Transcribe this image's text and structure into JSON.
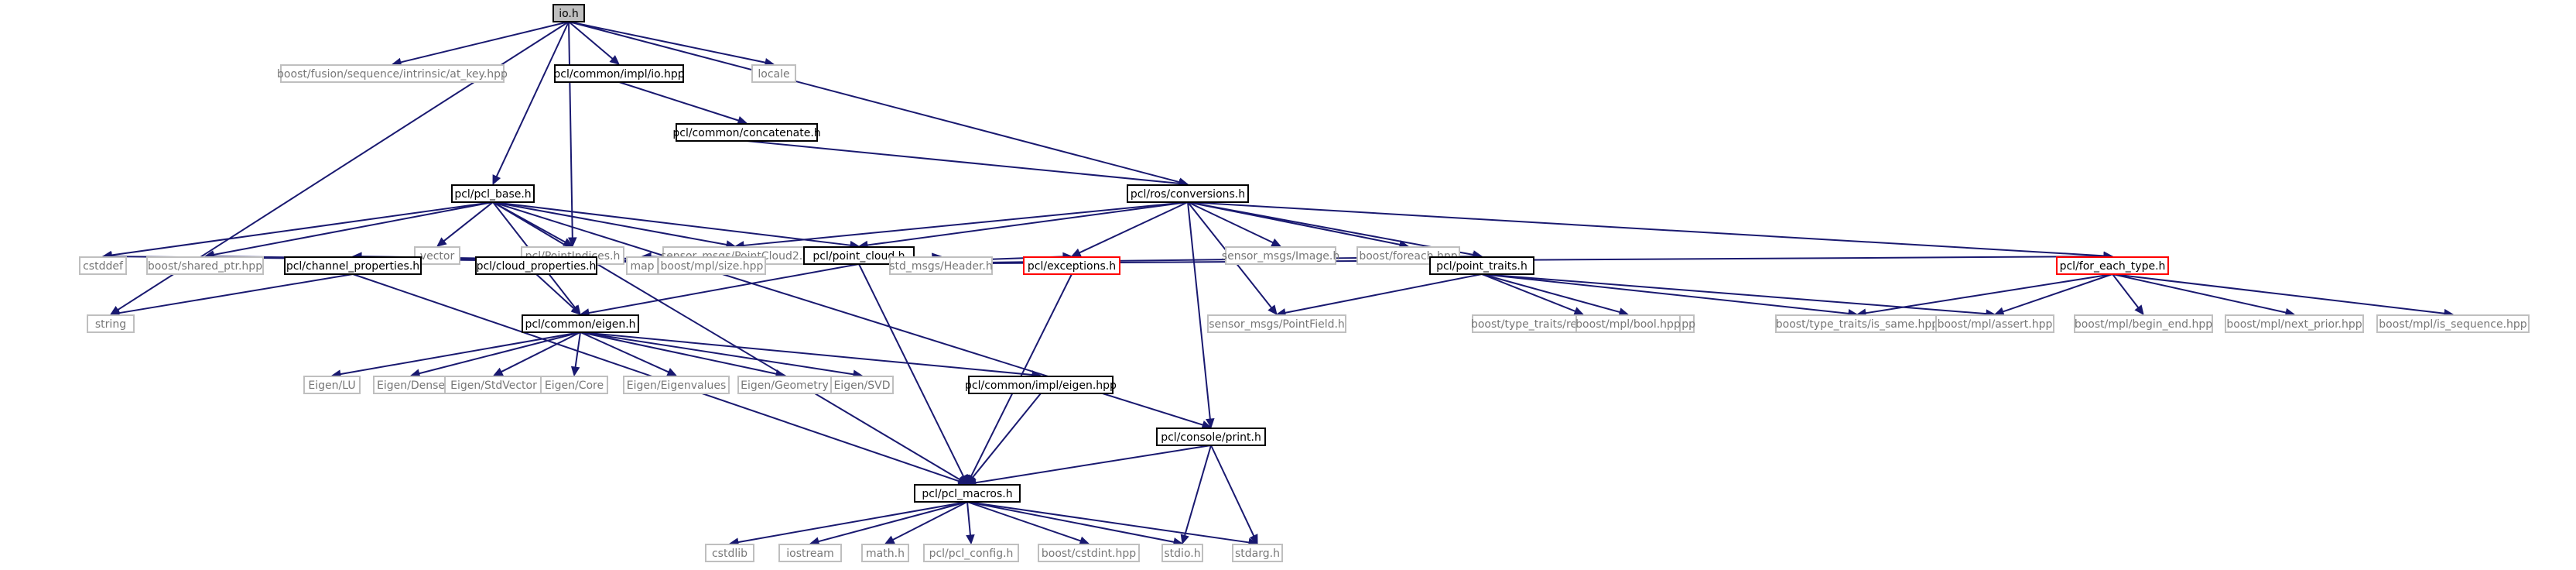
{
  "graph": {
    "nodes": [
      {
        "id": "io",
        "label": "io.h",
        "kind": "root"
      },
      {
        "id": "at_key",
        "label": "boost/fusion/sequence/intrinsic/at_key.hpp",
        "kind": "external"
      },
      {
        "id": "impl_io",
        "label": "pcl/common/impl/io.hpp",
        "kind": "file"
      },
      {
        "id": "locale",
        "label": "locale",
        "kind": "external"
      },
      {
        "id": "concatenate",
        "label": "pcl/common/concatenate.h",
        "kind": "file"
      },
      {
        "id": "conversions",
        "label": "pcl/ros/conversions.h",
        "kind": "file"
      },
      {
        "id": "pcl_base",
        "label": "pcl/pcl_base.h",
        "kind": "file"
      },
      {
        "id": "vector",
        "label": "vector",
        "kind": "external"
      },
      {
        "id": "point_indices",
        "label": "pcl/PointIndices.h",
        "kind": "external"
      },
      {
        "id": "pointcloud2",
        "label": "sensor_msgs/PointCloud2.h",
        "kind": "external"
      },
      {
        "id": "point_cloud",
        "label": "pcl/point_cloud.h",
        "kind": "file"
      },
      {
        "id": "image",
        "label": "sensor_msgs/Image.h",
        "kind": "external"
      },
      {
        "id": "foreach",
        "label": "boost/foreach.hpp",
        "kind": "external"
      },
      {
        "id": "cstddef",
        "label": "cstddef",
        "kind": "external"
      },
      {
        "id": "shared_ptr",
        "label": "boost/shared_ptr.hpp",
        "kind": "external"
      },
      {
        "id": "channel_props",
        "label": "pcl/channel_properties.h",
        "kind": "file"
      },
      {
        "id": "cloud_props",
        "label": "pcl/cloud_properties.h",
        "kind": "file"
      },
      {
        "id": "map",
        "label": "map",
        "kind": "external"
      },
      {
        "id": "mpl_size",
        "label": "boost/mpl/size.hpp",
        "kind": "external"
      },
      {
        "id": "header",
        "label": "std_msgs/Header.h",
        "kind": "external"
      },
      {
        "id": "exceptions",
        "label": "pcl/exceptions.h",
        "kind": "truncated"
      },
      {
        "id": "point_traits",
        "label": "pcl/point_traits.h",
        "kind": "file"
      },
      {
        "id": "for_each_type",
        "label": "pcl/for_each_type.h",
        "kind": "truncated"
      },
      {
        "id": "string",
        "label": "string",
        "kind": "external"
      },
      {
        "id": "eigen",
        "label": "pcl/common/eigen.h",
        "kind": "file"
      },
      {
        "id": "pointfield",
        "label": "sensor_msgs/PointField.h",
        "kind": "external"
      },
      {
        "id": "remove_extents",
        "label": "boost/type_traits/remove_all_extents.hpp",
        "kind": "external"
      },
      {
        "id": "mpl_bool",
        "label": "boost/mpl/bool.hpp",
        "kind": "external"
      },
      {
        "id": "is_same",
        "label": "boost/type_traits/is_same.hpp",
        "kind": "external"
      },
      {
        "id": "mpl_assert",
        "label": "boost/mpl/assert.hpp",
        "kind": "external"
      },
      {
        "id": "begin_end",
        "label": "boost/mpl/begin_end.hpp",
        "kind": "external"
      },
      {
        "id": "next_prior",
        "label": "boost/mpl/next_prior.hpp",
        "kind": "external"
      },
      {
        "id": "is_sequence",
        "label": "boost/mpl/is_sequence.hpp",
        "kind": "external"
      },
      {
        "id": "eigen_lu",
        "label": "Eigen/LU",
        "kind": "external"
      },
      {
        "id": "eigen_dense",
        "label": "Eigen/Dense",
        "kind": "external"
      },
      {
        "id": "eigen_stdvector",
        "label": "Eigen/StdVector",
        "kind": "external"
      },
      {
        "id": "eigen_core",
        "label": "Eigen/Core",
        "kind": "external"
      },
      {
        "id": "eigen_eigenvalues",
        "label": "Eigen/Eigenvalues",
        "kind": "external"
      },
      {
        "id": "eigen_geometry",
        "label": "Eigen/Geometry",
        "kind": "external"
      },
      {
        "id": "eigen_svd",
        "label": "Eigen/SVD",
        "kind": "external"
      },
      {
        "id": "impl_eigen",
        "label": "pcl/common/impl/eigen.hpp",
        "kind": "file"
      },
      {
        "id": "print",
        "label": "pcl/console/print.h",
        "kind": "file"
      },
      {
        "id": "pcl_macros",
        "label": "pcl/pcl_macros.h",
        "kind": "file"
      },
      {
        "id": "cstdlib",
        "label": "cstdlib",
        "kind": "external"
      },
      {
        "id": "iostream",
        "label": "iostream",
        "kind": "external"
      },
      {
        "id": "math",
        "label": "math.h",
        "kind": "external"
      },
      {
        "id": "pcl_config",
        "label": "pcl/pcl_config.h",
        "kind": "external"
      },
      {
        "id": "cstdint",
        "label": "boost/cstdint.hpp",
        "kind": "external"
      },
      {
        "id": "stdio",
        "label": "stdio.h",
        "kind": "external"
      },
      {
        "id": "stdarg",
        "label": "stdarg.h",
        "kind": "external"
      }
    ],
    "edges": [
      [
        "io",
        "at_key"
      ],
      [
        "io",
        "impl_io"
      ],
      [
        "io",
        "locale"
      ],
      [
        "io",
        "conversions"
      ],
      [
        "io",
        "pcl_base"
      ],
      [
        "io",
        "point_indices"
      ],
      [
        "io",
        "string"
      ],
      [
        "impl_io",
        "concatenate"
      ],
      [
        "concatenate",
        "conversions"
      ],
      [
        "conversions",
        "point_cloud"
      ],
      [
        "conversions",
        "pointcloud2"
      ],
      [
        "conversions",
        "image"
      ],
      [
        "conversions",
        "foreach"
      ],
      [
        "conversions",
        "exceptions"
      ],
      [
        "conversions",
        "pointfield"
      ],
      [
        "conversions",
        "point_traits"
      ],
      [
        "conversions",
        "for_each_type"
      ],
      [
        "conversions",
        "print"
      ],
      [
        "pcl_base",
        "vector"
      ],
      [
        "pcl_base",
        "point_indices"
      ],
      [
        "pcl_base",
        "pointcloud2"
      ],
      [
        "pcl_base",
        "point_cloud"
      ],
      [
        "pcl_base",
        "cstddef"
      ],
      [
        "pcl_base",
        "shared_ptr"
      ],
      [
        "pcl_base",
        "eigen"
      ],
      [
        "pcl_base",
        "pcl_macros"
      ],
      [
        "pcl_base",
        "print"
      ],
      [
        "point_cloud",
        "cstddef"
      ],
      [
        "point_cloud",
        "shared_ptr"
      ],
      [
        "point_cloud",
        "channel_props"
      ],
      [
        "point_cloud",
        "cloud_props"
      ],
      [
        "point_cloud",
        "map"
      ],
      [
        "point_cloud",
        "mpl_size"
      ],
      [
        "point_cloud",
        "header"
      ],
      [
        "point_cloud",
        "exceptions"
      ],
      [
        "point_cloud",
        "point_traits"
      ],
      [
        "point_cloud",
        "for_each_type"
      ],
      [
        "point_cloud",
        "eigen"
      ],
      [
        "point_cloud",
        "pcl_macros"
      ],
      [
        "channel_props",
        "string"
      ],
      [
        "channel_props",
        "pcl_macros"
      ],
      [
        "cloud_props",
        "eigen"
      ],
      [
        "exceptions",
        "pcl_macros"
      ],
      [
        "point_traits",
        "pointfield"
      ],
      [
        "point_traits",
        "remove_extents"
      ],
      [
        "point_traits",
        "mpl_bool"
      ],
      [
        "point_traits",
        "is_same"
      ],
      [
        "point_traits",
        "mpl_assert"
      ],
      [
        "for_each_type",
        "is_same"
      ],
      [
        "for_each_type",
        "mpl_assert"
      ],
      [
        "for_each_type",
        "begin_end"
      ],
      [
        "for_each_type",
        "next_prior"
      ],
      [
        "for_each_type",
        "is_sequence"
      ],
      [
        "eigen",
        "eigen_lu"
      ],
      [
        "eigen",
        "eigen_dense"
      ],
      [
        "eigen",
        "eigen_stdvector"
      ],
      [
        "eigen",
        "eigen_core"
      ],
      [
        "eigen",
        "eigen_eigenvalues"
      ],
      [
        "eigen",
        "eigen_geometry"
      ],
      [
        "eigen",
        "eigen_svd"
      ],
      [
        "eigen",
        "impl_eigen"
      ],
      [
        "impl_eigen",
        "pcl_macros"
      ],
      [
        "print",
        "pcl_macros"
      ],
      [
        "print",
        "stdio"
      ],
      [
        "print",
        "stdarg"
      ],
      [
        "pcl_macros",
        "cstdlib"
      ],
      [
        "pcl_macros",
        "iostream"
      ],
      [
        "pcl_macros",
        "math"
      ],
      [
        "pcl_macros",
        "pcl_config"
      ],
      [
        "pcl_macros",
        "cstdint"
      ],
      [
        "pcl_macros",
        "stdio"
      ],
      [
        "pcl_macros",
        "stdarg"
      ]
    ]
  },
  "colors": {
    "edge": "#191970",
    "file_border": "#000000",
    "external_border": "#bfbfbf",
    "truncated_border": "#ff0000",
    "root_fill": "#bfbfbf",
    "external_text": "#777777",
    "text": "#000000"
  }
}
